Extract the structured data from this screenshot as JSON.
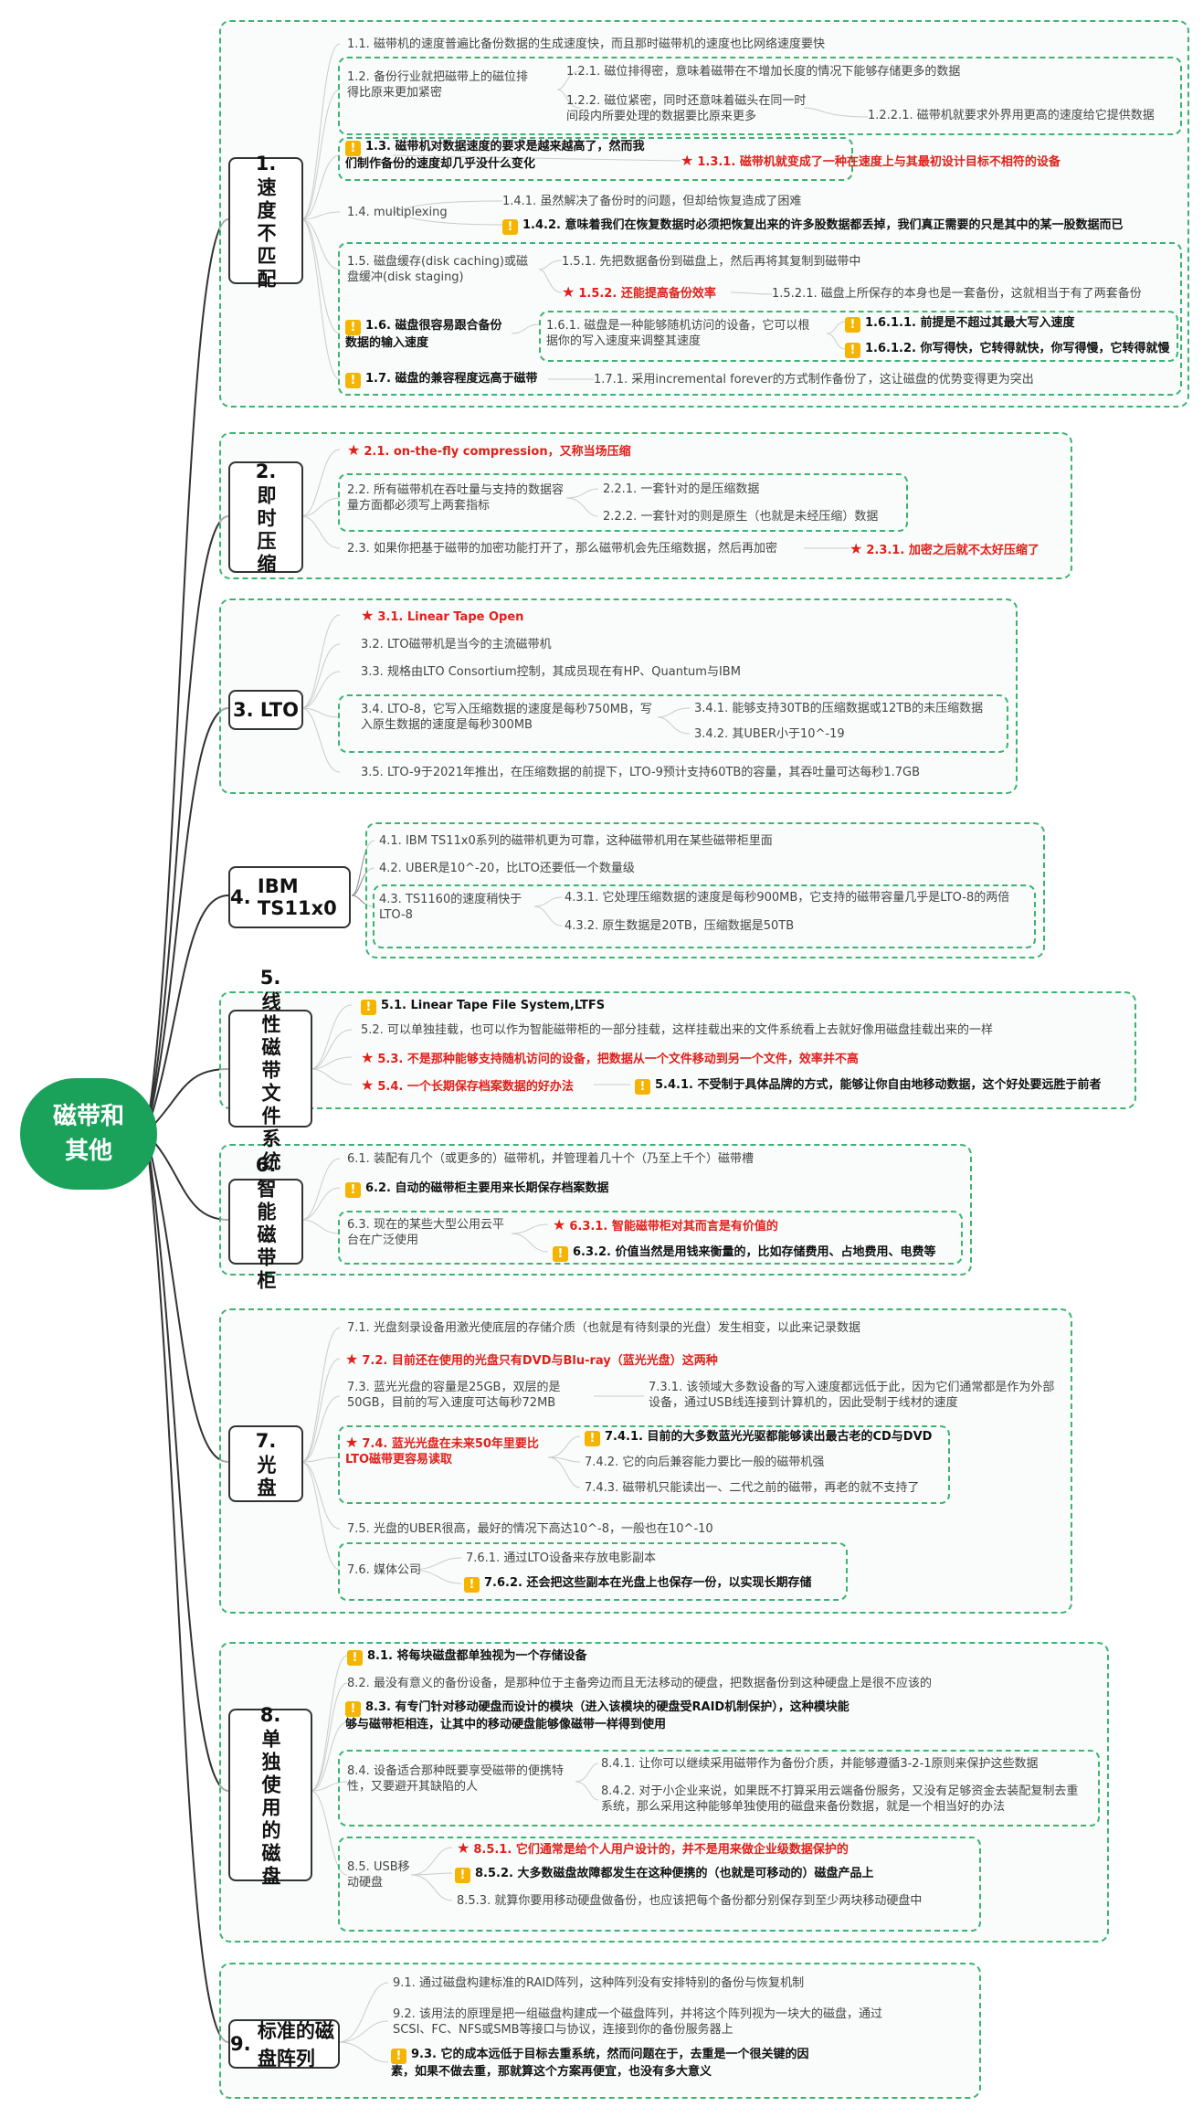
{
  "title": "磁带和其他",
  "branches": [
    {
      "id": "b1",
      "label": "速度不匹配",
      "num": "1.",
      "nodes": {
        "n1_1": "1.1. 磁带机的速度普遍比备份数据的生成速度快，而且那时磁带机的速度也比网络速度要快",
        "n1_2": "1.2. 备份行业就把磁带上的磁位排得比原来更加紧密",
        "n1_2_1": "1.2.1. 磁位排得密，意味着磁带在不增加长度的情况下能够存储更多的数据",
        "n1_2_2": "1.2.2. 磁位紧密，同时还意味着磁头在同一时间段内所要处理的数据要比原来更多",
        "n1_2_2_1": "1.2.2.1. 磁带机就要求外界用更高的速度给它提供数据",
        "n1_3": "1.3. 磁带机对数据速度的要求是越来越高了，然而我们制作备份的速度却几乎没什么变化",
        "n1_3_1": "1.3.1. 磁带机就变成了一种在速度上与其最初设计目标不相符的设备",
        "n1_4": "1.4. multiplexing",
        "n1_4_1": "1.4.1. 虽然解决了备份时的问题，但却给恢复造成了困难",
        "n1_4_2": "1.4.2. 意味着我们在恢复数据时必须把恢复出来的许多股数据都丢掉，我们真正需要的只是其中的某一股数据而已",
        "n1_5": "1.5. 磁盘缓存(disk caching)或磁盘缓冲(disk staging)",
        "n1_5_1": "1.5.1. 先把数据备份到磁盘上，然后再将其复制到磁带中",
        "n1_5_2": "1.5.2. 还能提高备份效率",
        "n1_5_2_1": "1.5.2.1. 磁盘上所保存的本身也是一套备份，这就相当于有了两套备份",
        "n1_6": "1.6. 磁盘很容易跟合备份数据的输入速度",
        "n1_6_1": "1.6.1. 磁盘是一种能够随机访问的设备，它可以根据你的写入速度来调整其速度",
        "n1_6_1_1": "1.6.1.1. 前提是不超过其最大写入速度",
        "n1_6_1_2": "1.6.1.2. 你写得快，它转得就快，你写得慢，它转得就慢",
        "n1_7": "1.7. 磁盘的兼容程度远高于磁带",
        "n1_7_1": "1.7.1. 采用incremental forever的方式制作备份了，这让磁盘的优势变得更为突出"
      }
    },
    {
      "id": "b2",
      "label": "即时压缩",
      "num": "2.",
      "nodes": {
        "n2_1": "2.1. on-the-fly compression，又称当场压缩",
        "n2_2": "2.2. 所有磁带机在吞吐量与支持的数据容量方面都必须写上两套指标",
        "n2_2_1": "2.2.1. 一套针对的是压缩数据",
        "n2_2_2": "2.2.2. 一套针对的则是原生（也就是未经压缩）数据",
        "n2_3": "2.3. 如果你把基于磁带的加密功能打开了，那么磁带机会先压缩数据，然后再加密",
        "n2_3_1": "2.3.1. 加密之后就不太好压缩了"
      }
    },
    {
      "id": "b3",
      "label": "LTO",
      "num": "3.",
      "nodes": {
        "n3_1": "3.1. Linear Tape Open",
        "n3_2": "3.2. LTO磁带机是当今的主流磁带机",
        "n3_3": "3.3. 规格由LTO Consortium控制，其成员现在有HP、Quantum与IBM",
        "n3_4": "3.4. LTO-8，它写入压缩数据的速度是每秒750MB，写入原生数据的速度是每秒300MB",
        "n3_4_1": "3.4.1. 能够支持30TB的压缩数据或12TB的未压缩数据",
        "n3_4_2": "3.4.2. 其UBER小于10^-19",
        "n3_5": "3.5. LTO-9于2021年推出，在压缩数据的前提下，LTO-9预计支持60TB的容量，其吞吐量可达每秒1.7GB"
      }
    },
    {
      "id": "b4",
      "label": "IBM TS11x0",
      "num": "4.",
      "nodes": {
        "n4_1": "4.1. IBM TS11x0系列的磁带机更为可靠，这种磁带机用在某些磁带柜里面",
        "n4_2": "4.2. UBER是10^-20，比LTO还要低一个数量级",
        "n4_3": "4.3. TS1160的速度稍快于LTO-8",
        "n4_3_1": "4.3.1. 它处理压缩数据的速度是每秒900MB，它支持的磁带容量几乎是LTO-8的两倍",
        "n4_3_2": "4.3.2. 原生数据是20TB，压缩数据是50TB"
      }
    },
    {
      "id": "b5",
      "label": "线性磁带文件系统",
      "num": "5.",
      "nodes": {
        "n5_1": "5.1. Linear Tape File System,LTFS",
        "n5_2": "5.2. 可以单独挂载，也可以作为智能磁带柜的一部分挂载，这样挂载出来的文件系统看上去就好像用磁盘挂载出来的一样",
        "n5_3": "5.3. 不是那种能够支持随机访问的设备，把数据从一个文件移动到另一个文件，效率并不高",
        "n5_4": "5.4. 一个长期保存档案数据的好办法",
        "n5_4_1": "5.4.1. 不受制于具体品牌的方式，能够让你自由地移动数据，这个好处要远胜于前者"
      }
    },
    {
      "id": "b6",
      "label": "智能磁带柜",
      "num": "6.",
      "nodes": {
        "n6_1": "6.1. 装配有几个（或更多的）磁带机，并管理着几十个（乃至上千个）磁带槽",
        "n6_2": "6.2. 自动的磁带柜主要用来长期保存档案数据",
        "n6_3": "6.3. 现在的某些大型公用云平台在广泛使用",
        "n6_3_1": "6.3.1. 智能磁带柜对其而言是有价值的",
        "n6_3_2": "6.3.2. 价值当然是用钱来衡量的，比如存储费用、占地费用、电费等"
      }
    },
    {
      "id": "b7",
      "label": "光盘",
      "num": "7.",
      "nodes": {
        "n7_1": "7.1. 光盘刻录设备用激光使底层的存储介质（也就是有待刻录的光盘）发生相变，以此来记录数据",
        "n7_2": "7.2. 目前还在使用的光盘只有DVD与Blu-ray（蓝光光盘）这两种",
        "n7_3": "7.3. 蓝光光盘的容量是25GB，双层的是50GB，目前的写入速度可达每秒72MB",
        "n7_3_1": "7.3.1. 该领域大多数设备的写入速度都远低于此，因为它们通常都是作为外部设备，通过USB线连接到计算机的，因此受制于线材的速度",
        "n7_4": "7.4. 蓝光光盘在未来50年里要比LTO磁带更容易读取",
        "n7_4_1": "7.4.1. 目前的大多数蓝光光驱都能够读出最古老的CD与DVD",
        "n7_4_2": "7.4.2. 它的向后兼容能力要比一般的磁带机强",
        "n7_4_3": "7.4.3. 磁带机只能读出一、二代之前的磁带，再老的就不支持了",
        "n7_5": "7.5. 光盘的UBER很高，最好的情况下高达10^-8，一般也在10^-10",
        "n7_6": "7.6. 媒体公司",
        "n7_6_1": "7.6.1. 通过LTO设备来存放电影副本",
        "n7_6_2": "7.6.2. 还会把这些副本在光盘上也保存一份，以实现长期存储"
      }
    },
    {
      "id": "b8",
      "label": "单独使用的磁盘",
      "num": "8.",
      "nodes": {
        "n8_1": "8.1. 将每块磁盘都单独视为一个存储设备",
        "n8_2": "8.2. 最没有意义的备份设备，是那种位于主备旁边而且无法移动的硬盘，把数据备份到这种硬盘上是很不应该的",
        "n8_3": "8.3. 有专门针对移动硬盘而设计的模块（进入该模块的硬盘受RAID机制保护），这种模块能够与磁带柜相连，让其中的移动硬盘能够像磁带一样得到使用",
        "n8_4": "8.4. 设备适合那种既要享受磁带的便携特性，又要避开其缺陷的人",
        "n8_4_1": "8.4.1. 让你可以继续采用磁带作为备份介质，并能够遵循3-2-1原则来保护这些数据",
        "n8_4_2": "8.4.2. 对于小企业来说，如果既不打算采用云端备份服务，又没有足够资金去装配复制去重系统，那么采用这种能够单独使用的磁盘来备份数据，就是一个相当好的办法",
        "n8_5": "8.5. USB移动硬盘",
        "n8_5_1": "8.5.1. 它们通常是给个人用户设计的，并不是用来做企业级数据保护的",
        "n8_5_2": "8.5.2. 大多数磁盘故障都发生在这种便携的（也就是可移动的）磁盘产品上",
        "n8_5_3": "8.5.3. 就算你要用移动硬盘做备份，也应该把每个备份都分别保存到至少两块移动硬盘中"
      }
    },
    {
      "id": "b9",
      "label": "标准的磁盘阵列",
      "num": "9.",
      "nodes": {
        "n9_1": "9.1. 通过磁盘构建标准的RAID阵列，这种阵列没有安排特别的备份与恢复机制",
        "n9_2": "9.2. 该用法的原理是把一组磁盘构建成一个磁盘阵列，并将这个阵列视为一块大的磁盘，通过SCSI、FC、NFS或SMB等接口与协议，连接到你的备份服务器上",
        "n9_3": "9.3. 它的成本远低于目标去重系统，然而问题在于，去重是一个很关键的因素，如果不做去重，那就算这个方案再便宜，也没有多大意义"
      }
    }
  ]
}
